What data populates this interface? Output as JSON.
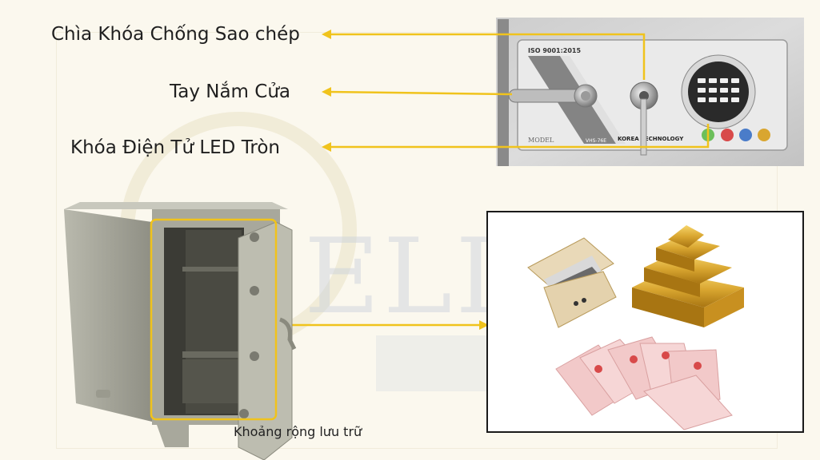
{
  "labels": {
    "key_lock": "Chìa Khóa Chống Sao chép",
    "handle": "Tay Nắm Cửa",
    "electronic_lock": "Khóa Điện Tử LED Tròn"
  },
  "panel_texts": {
    "iso": "ISO 9001:2015",
    "model": "MODEL",
    "model_code": "VHS-76E",
    "brand": "KOREA TECHNOLOGY"
  },
  "watermark": {
    "brand": "ELINE"
  },
  "caption": "Khoảng rộng lưu trữ",
  "colors": {
    "accent_yellow": "#f0c31c",
    "frame_black": "#1a1a1a",
    "background": "#fbf8ee",
    "gold": "#d9a630",
    "document_pink": "#f2c9c9"
  }
}
